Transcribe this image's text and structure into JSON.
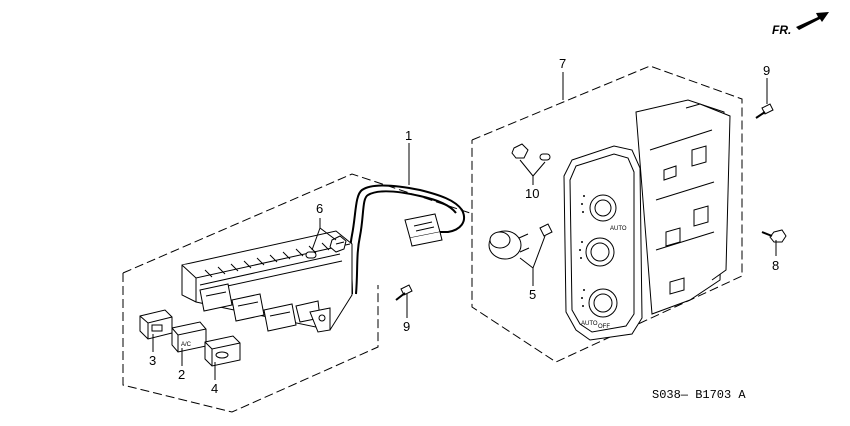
{
  "callouts": {
    "c1": "1",
    "c2": "2",
    "c3": "3",
    "c4": "4",
    "c5": "5",
    "c6": "6",
    "c7": "7",
    "c8": "8",
    "c9a": "9",
    "c9b": "9",
    "c10": "10"
  },
  "front_marker": "FR.",
  "diagram_code": "S038— B1703 A",
  "panel_markings": {
    "ac": "A/C",
    "auto_top": "AUTO",
    "auto_bottom": "AUTO",
    "off": "OFF"
  }
}
